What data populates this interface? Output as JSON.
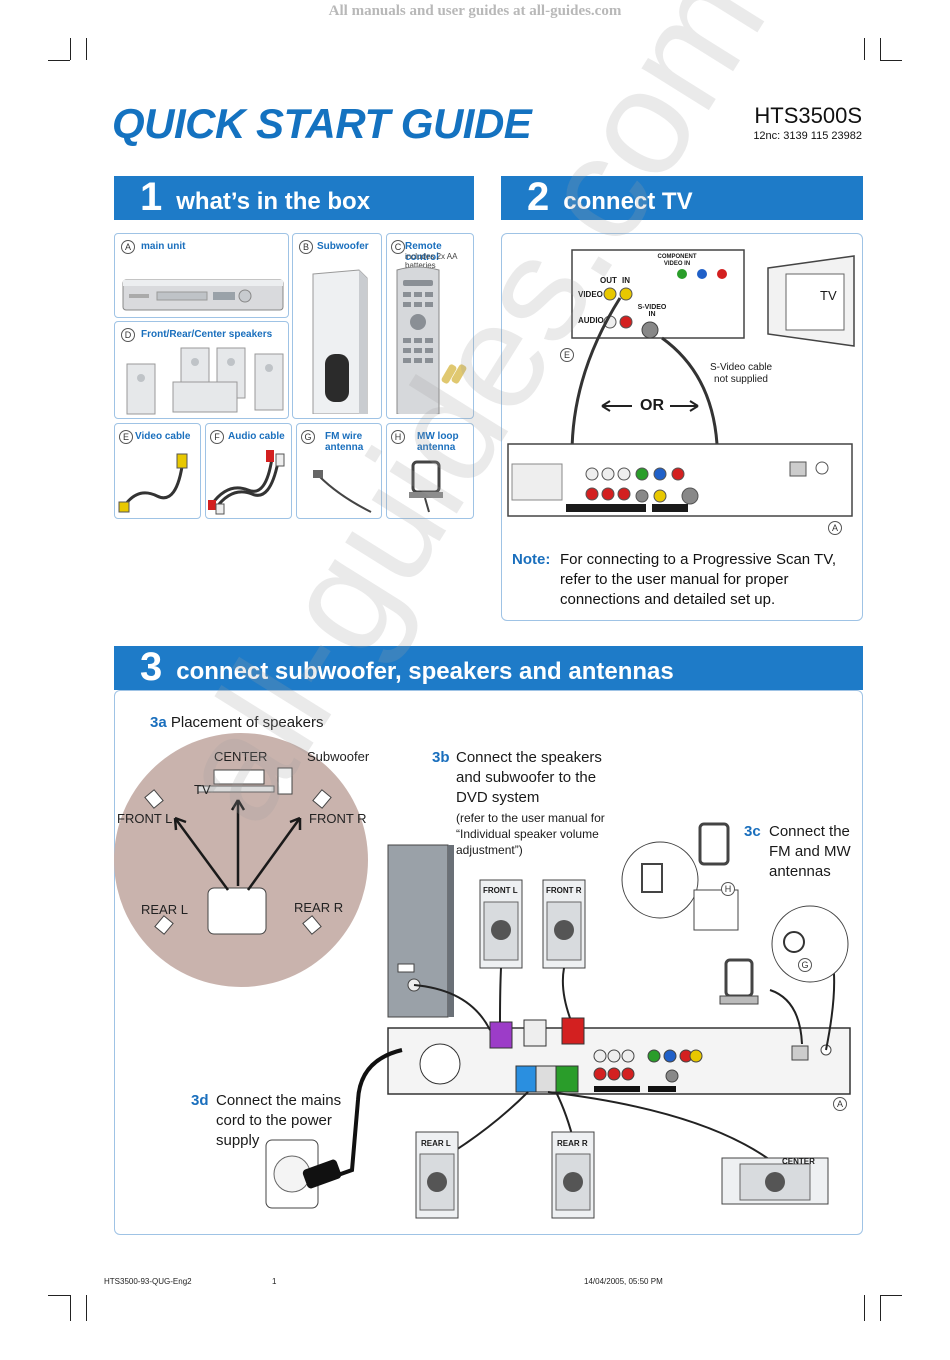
{
  "banner": "All manuals and user guides at all-guides.com",
  "title": "QUICK START GUIDE",
  "model": "HTS3500S",
  "part_number": "12nc: 3139 115 23982",
  "section1": {
    "number": "1",
    "title": "what’s in the box",
    "items": [
      {
        "badge": "A",
        "label": "main unit",
        "sub": ""
      },
      {
        "badge": "B",
        "label": "Subwoofer",
        "sub": ""
      },
      {
        "badge": "C",
        "label": "Remote control",
        "sub": "includes 2x AA batteries"
      },
      {
        "badge": "D",
        "label": "Front/Rear/Center speakers",
        "sub": ""
      },
      {
        "badge": "E",
        "label": "Video cable",
        "sub": ""
      },
      {
        "badge": "F",
        "label": "Audio cable",
        "sub": ""
      },
      {
        "badge": "G",
        "label": "FM wire antenna",
        "sub": ""
      },
      {
        "badge": "H",
        "label": "MW loop antenna",
        "sub": ""
      }
    ]
  },
  "section2": {
    "number": "2",
    "title": "connect TV",
    "tv_label": "TV",
    "labels": {
      "component": "COMPONENT VIDEO IN",
      "out": "OUT",
      "in": "IN",
      "video": "VIDEO",
      "audio": "AUDIO",
      "svideo_in": "S-VIDEO IN",
      "svideo_cable": "S-Video cable not supplied",
      "or": "OR",
      "badge_e": "E",
      "badge_a": "A"
    },
    "note_label": "Note:",
    "note_text": "For connecting to a Progressive Scan TV, refer to the user manual for proper connections and detailed set up."
  },
  "section3": {
    "number": "3",
    "title": "connect subwoofer, speakers and antennas",
    "step_3a_num": "3a",
    "step_3a": "Placement of speakers",
    "placement": {
      "center": "CENTER",
      "subwoofer": "Subwoofer",
      "tv": "TV",
      "front_l": "FRONT L",
      "front_r": "FRONT R",
      "rear_l": "REAR L",
      "rear_r": "REAR R"
    },
    "step_3b_num": "3b",
    "step_3b": "Connect the speakers and subwoofer to the DVD system",
    "step_3b_note": "(refer to the user manual for “Individual speaker volume adjustment”)",
    "step_3c_num": "3c",
    "step_3c": "Connect the FM and MW antennas",
    "step_3d_num": "3d",
    "step_3d": "Connect the mains cord to the power supply",
    "speaker_tags": {
      "front_l": "FRONT L",
      "front_r": "FRONT R",
      "rear_l": "REAR L",
      "rear_r": "REAR R",
      "center": "CENTER"
    },
    "badges": {
      "h": "H",
      "g": "G",
      "a": "A"
    }
  },
  "footer": {
    "file": "HTS3500-93-QUG-Eng2",
    "page": "1",
    "date": "14/04/2005, 05:50 PM"
  },
  "watermark": "all-guides.com",
  "colors": {
    "accent": "#1e7bc8",
    "panel_border": "#9fc3e5",
    "placement_circle": "#c9b3ad"
  }
}
